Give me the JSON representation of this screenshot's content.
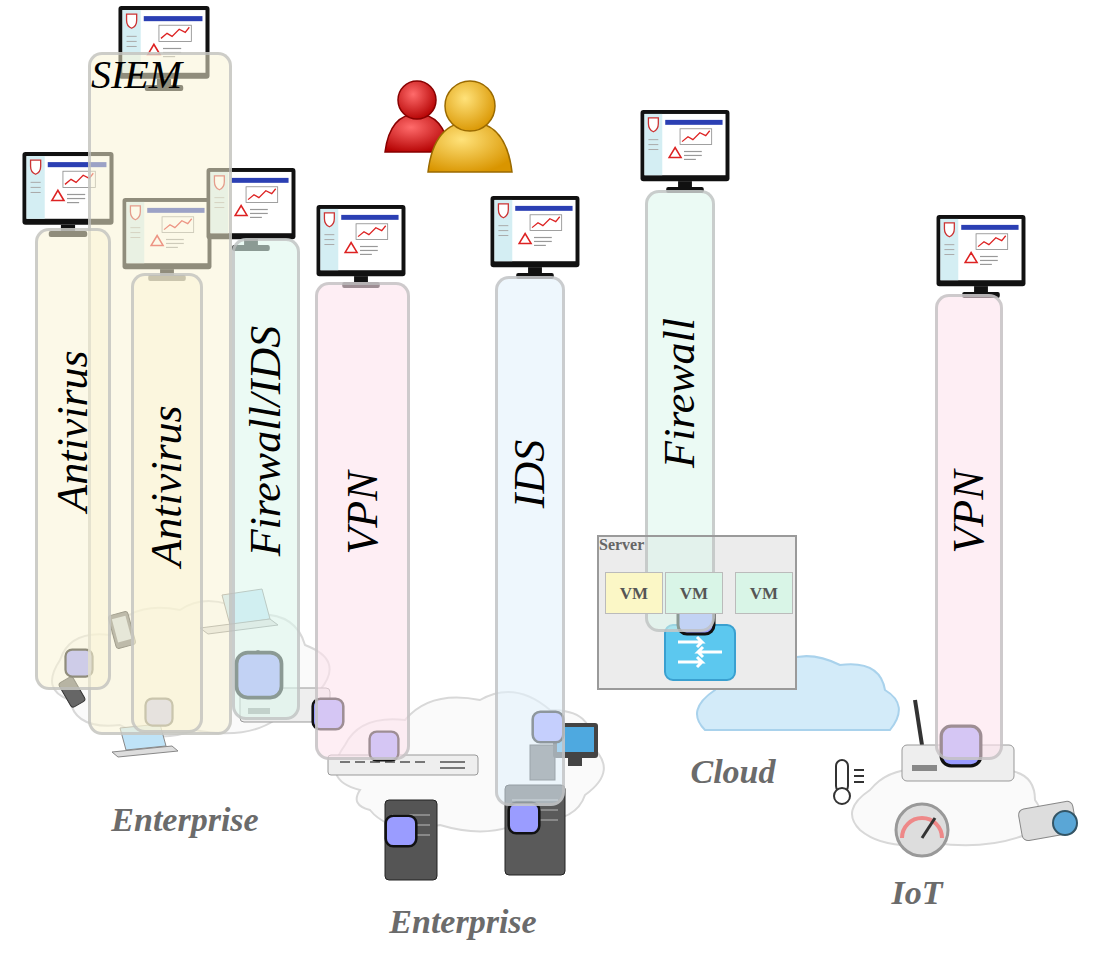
{
  "diagram": {
    "nodes": [
      {
        "text": [
          "SIEM"
        ]
      },
      {
        "text": [
          "Antivirus"
        ]
      },
      {
        "text": [
          "Antivirus"
        ],
        "in": 0
      },
      {
        "text": [
          "Firewall/IDS"
        ]
      },
      {
        "text": [
          "VPN"
        ]
      },
      {
        "text": [
          "IDS"
        ]
      },
      {
        "text": [
          "Firewall"
        ]
      },
      {
        "text": [
          "Server"
        ]
      },
      {
        "text": [
          "VM"
        ],
        "in": 7
      },
      {
        "text": [
          "VM"
        ],
        "in": 7
      },
      {
        "text": [
          "VM"
        ],
        "in": 7
      },
      {
        "text": [
          "VPN"
        ]
      }
    ],
    "labels": [
      "Enterprise",
      "Enterprise",
      "Cloud",
      "IoT"
    ]
  }
}
